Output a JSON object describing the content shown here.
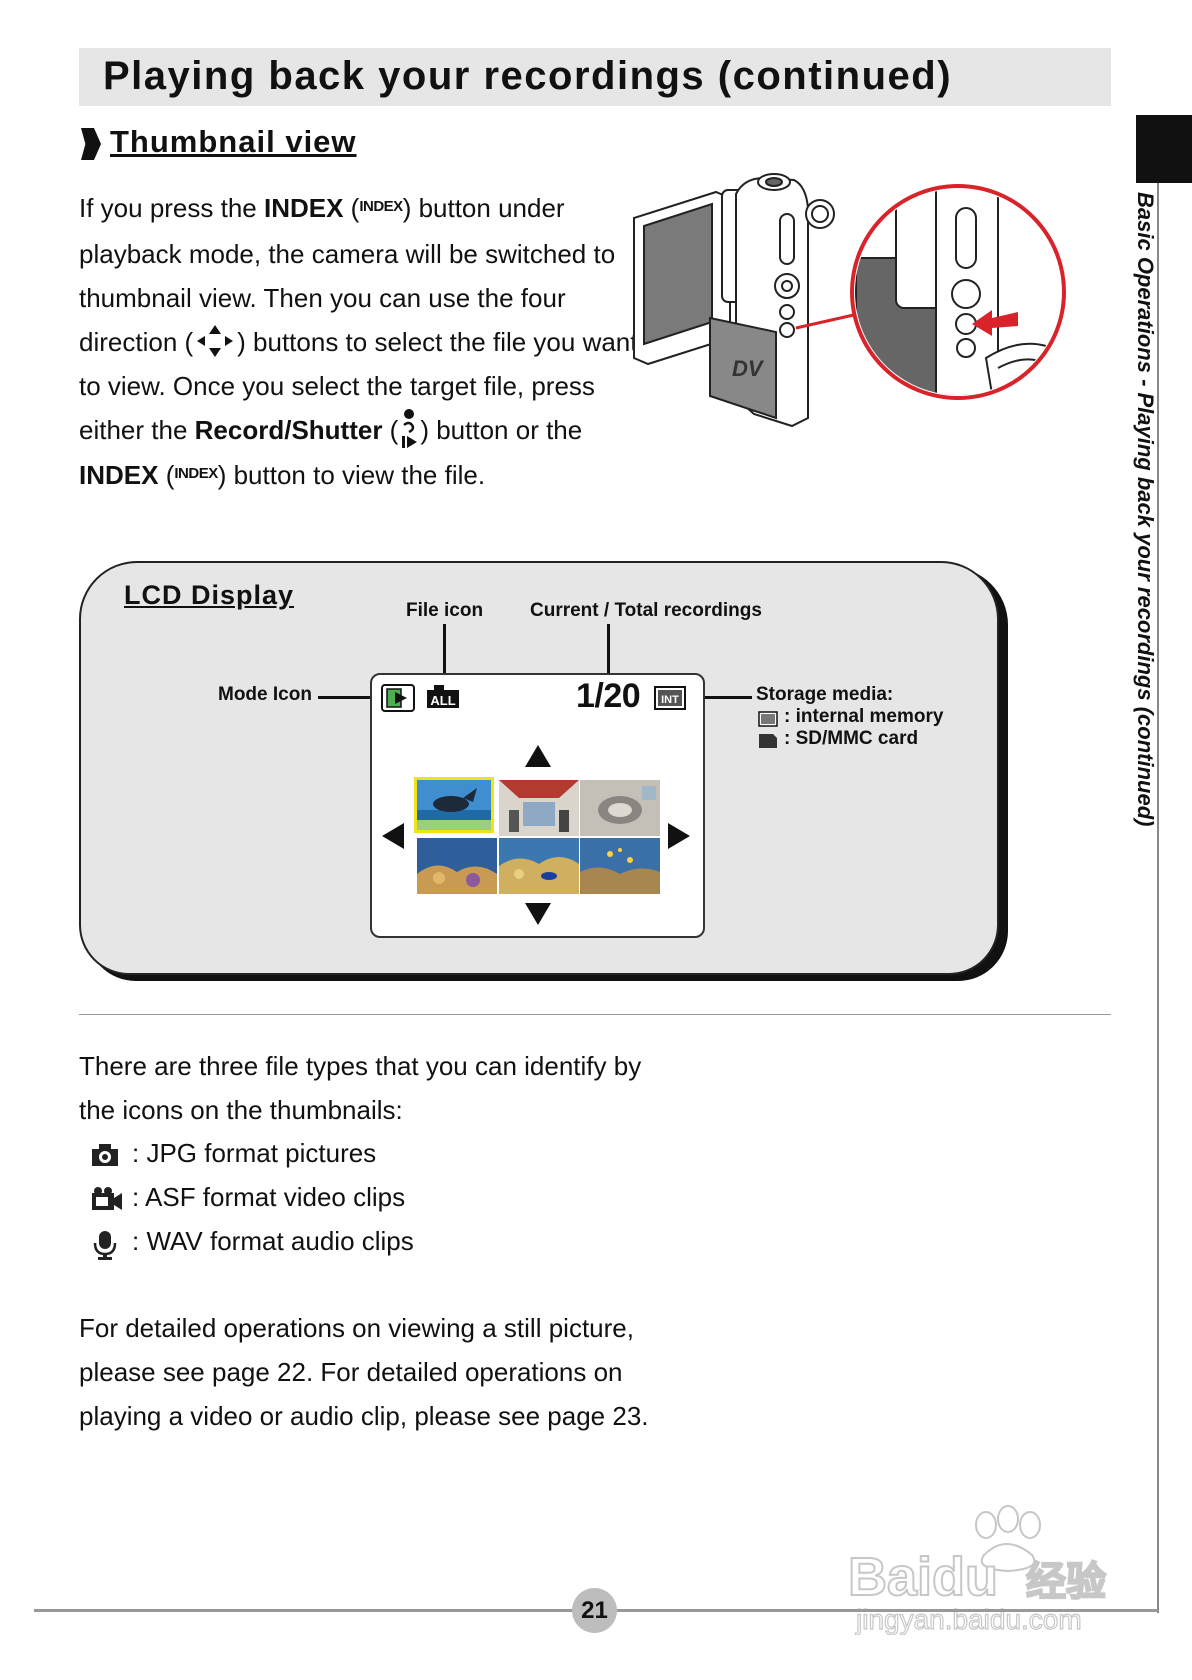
{
  "header": {
    "title": "Playing back your recordings (continued)"
  },
  "sidebar": {
    "label": "Basic Operations - Playing back your recordings (continued)"
  },
  "section": {
    "title": "Thumbnail view"
  },
  "intro": {
    "t1": "If you press the ",
    "b1": "INDEX",
    "t2": " (",
    "logo1": "INDEX",
    "t3": ") button under playback mode, the camera will be switched to thumbnail view. Then you can use the four direction (",
    "t4": ") buttons to select the file you want to view. Once you select the target file, press either the ",
    "b2": "Record/Shutter",
    "t5": " (",
    "t6": ") button or the ",
    "b3": "INDEX",
    "t7": " (",
    "logo2": "INDEX",
    "t8": ") button to view the file."
  },
  "camera": {
    "brand_mark": "DV"
  },
  "lcd": {
    "heading": "LCD Display",
    "file_icon_label": "File icon",
    "current_total_label": "Current / Total recordings",
    "mode_icon_label": "Mode Icon",
    "storage_label": "Storage media:",
    "storage_internal": ": internal memory",
    "storage_sd": ": SD/MMC card",
    "counter": "1/20",
    "all_badge": "ALL",
    "int_badge": "INT"
  },
  "file_types": {
    "intro_line1": "There are three file types that you can identify by",
    "intro_line2": "the icons on the thumbnails:",
    "items": [
      {
        "icon": "camera-icon",
        "label": ": JPG format pictures"
      },
      {
        "icon": "video-camera-icon",
        "label": ": ASF format video clips"
      },
      {
        "icon": "microphone-icon",
        "label": ": WAV format audio clips"
      }
    ]
  },
  "footer_text": {
    "line1": "For detailed operations on viewing a still picture,",
    "line2": "please see page 22. For detailed operations on",
    "line3": "playing a video or audio clip, please see page 23."
  },
  "page": {
    "number": "21"
  },
  "watermark": {
    "brand": "Baidu",
    "cn": "经验",
    "url": "jingyan.baidu.com"
  },
  "colors": {
    "title_bar": "#e6e6e6",
    "selection": "#f2e21a",
    "callout_red": "#d8232a",
    "panel": "#e6e6e6"
  }
}
